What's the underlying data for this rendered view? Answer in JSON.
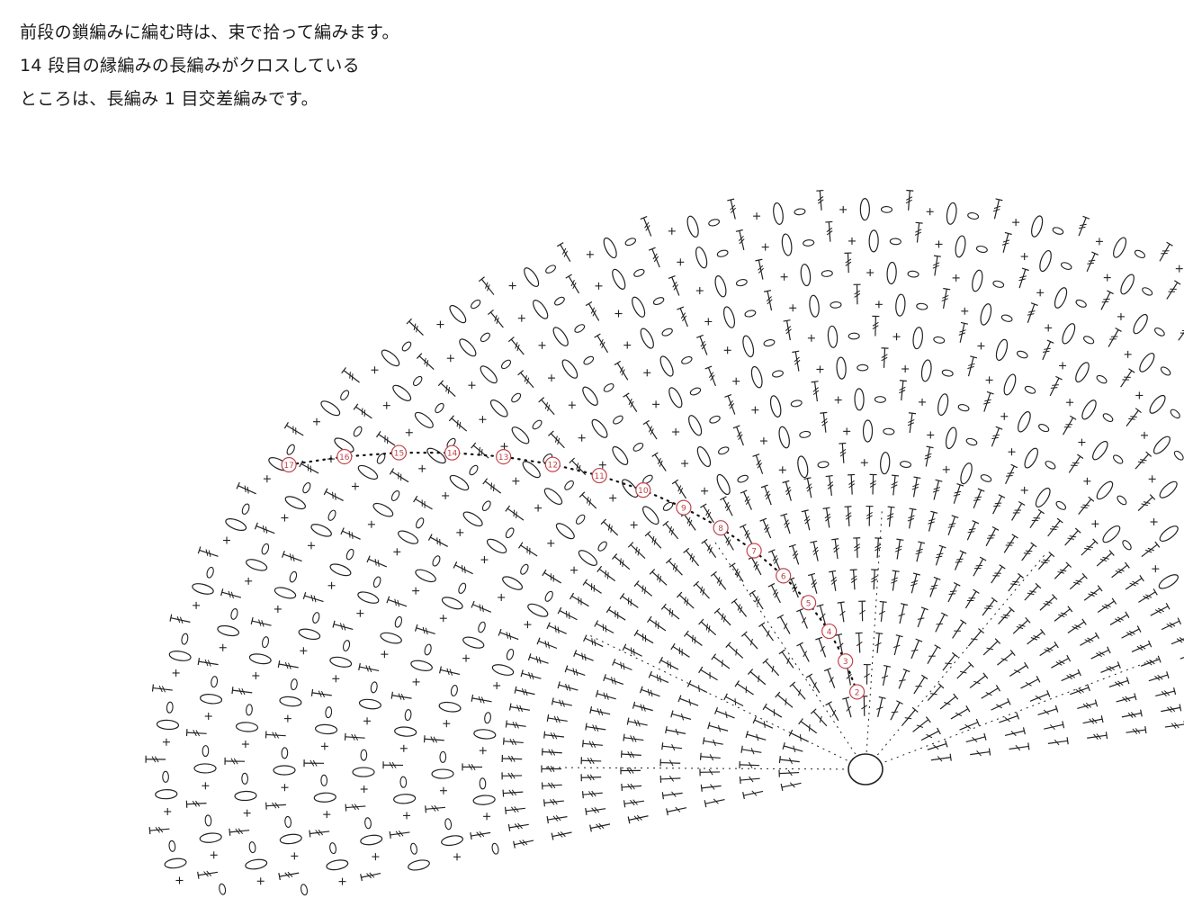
{
  "notes": [
    "前段の鎖編みに編む時は、束で拾って編みます。",
    "14 段目の縁編みの長編みがクロスしている",
    "ところは、長編み 1 目交差編みです。"
  ],
  "diagram": {
    "type": "crochet-chart",
    "ink_color": "#222222",
    "marker_color": "#c0454c",
    "round_markers": [
      "2",
      "3",
      "4",
      "5",
      "6",
      "7",
      "8",
      "9",
      "10",
      "11",
      "12",
      "13",
      "14",
      "15",
      "16",
      "17"
    ]
  }
}
